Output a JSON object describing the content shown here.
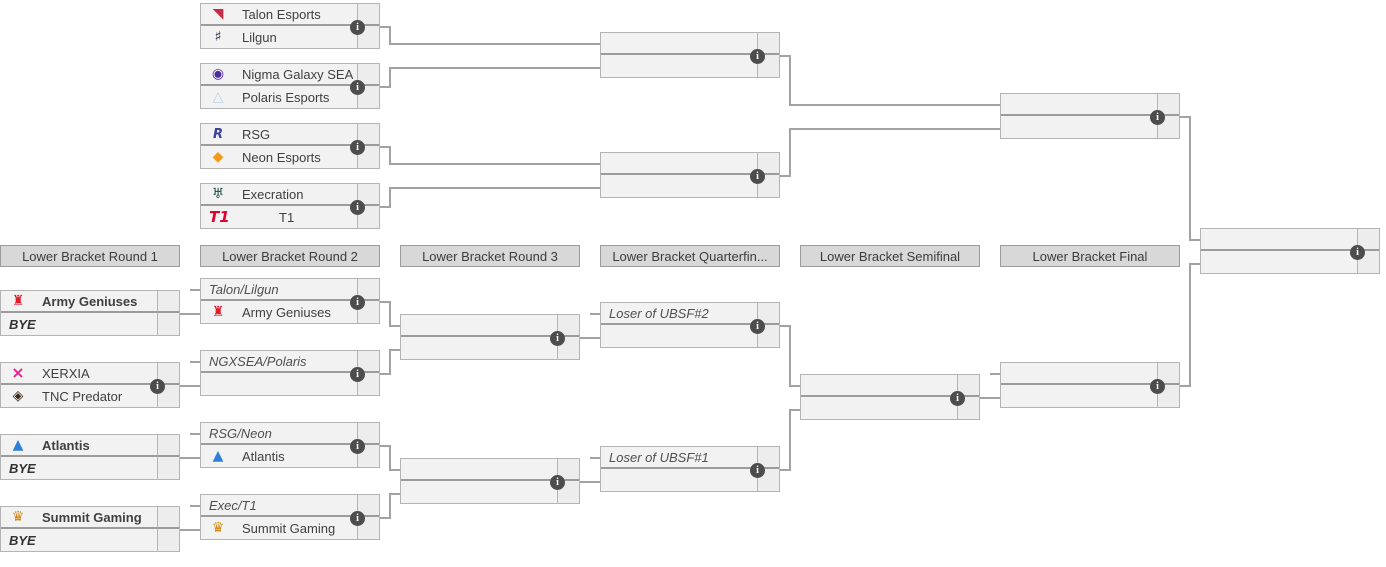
{
  "round_headers": [
    {
      "label": "Lower Bracket Round 1"
    },
    {
      "label": "Lower Bracket Round 2"
    },
    {
      "label": "Lower Bracket Round 3"
    },
    {
      "label": "Lower Bracket Quarterfin..."
    },
    {
      "label": "Lower Bracket Semifinal"
    },
    {
      "label": "Lower Bracket Final"
    }
  ],
  "matches": {
    "ub_m1": {
      "top_name": "Talon Esports",
      "bottom_name": "Lilgun"
    },
    "ub_m2": {
      "top_name": "Nigma Galaxy SEA",
      "bottom_name": "Polaris Esports"
    },
    "ub_m3": {
      "top_name": "RSG",
      "bottom_name": "Neon Esports"
    },
    "ub_m4": {
      "top_name": "Execration",
      "bottom_name": "T1"
    },
    "lb_r1_m1": {
      "top_name": "Army Geniuses",
      "bottom_name": "BYE"
    },
    "lb_r1_m2": {
      "top_name": "XERXIA",
      "bottom_name": "TNC Predator"
    },
    "lb_r1_m3": {
      "top_name": "Atlantis",
      "bottom_name": "BYE"
    },
    "lb_r1_m4": {
      "top_name": "Summit Gaming",
      "bottom_name": "BYE"
    },
    "lb_r2_m1": {
      "top_name": "Talon/Lilgun",
      "bottom_name": "Army Geniuses"
    },
    "lb_r2_m2": {
      "top_name": "NGXSEA/Polaris"
    },
    "lb_r2_m3": {
      "top_name": "RSG/Neon",
      "bottom_name": "Atlantis"
    },
    "lb_r2_m4": {
      "top_name": "Exec/T1",
      "bottom_name": "Summit Gaming"
    },
    "lb_qf1": {
      "top_name": "Loser of UBSF#2"
    },
    "lb_qf2": {
      "top_name": "Loser of UBSF#1"
    }
  },
  "icons": {
    "talon": {
      "name": "talon-esports-logo-icon",
      "glyph": "◥",
      "color": "#c62b45"
    },
    "lilgun": {
      "name": "lilgun-logo-icon",
      "glyph": "♯",
      "color": "#23233a"
    },
    "nigma": {
      "name": "nigma-galaxy-sea-logo-icon",
      "glyph": "◉",
      "color": "#4f2d9e"
    },
    "polaris": {
      "name": "polaris-esports-logo-icon",
      "glyph": "△",
      "color": "#b8d4ea"
    },
    "rsg": {
      "name": "rsg-logo-icon",
      "glyph": "R",
      "color": "#3a3f9e"
    },
    "neon": {
      "name": "neon-esports-logo-icon",
      "glyph": "◆",
      "color": "#f59a18"
    },
    "execration": {
      "name": "execration-logo-icon",
      "glyph": "♅",
      "color": "#1d4a4a"
    },
    "t1": {
      "name": "t1-logo-icon",
      "glyph": "T1",
      "color": "#e2012d"
    },
    "army": {
      "name": "army-geniuses-logo-icon",
      "glyph": "♜",
      "color": "#e51c2c"
    },
    "xerxia": {
      "name": "xerxia-logo-icon",
      "glyph": "×",
      "color": "#ea1f8e"
    },
    "tnc": {
      "name": "tnc-predator-logo-icon",
      "glyph": "◈",
      "color": "#3c2a1a"
    },
    "atlantis": {
      "name": "atlantis-logo-icon",
      "glyph": "▲",
      "color": "#2e80d8"
    },
    "summit": {
      "name": "summit-gaming-logo-icon",
      "glyph": "♛",
      "color": "#cf8a12"
    }
  },
  "ui": {
    "info_icon_glyph": "i",
    "colors": {
      "row_bg": "#f2f2f2",
      "score_bg": "#ededed",
      "box_border": "#b4b4b4",
      "row_divider": "#9c9c9c",
      "connector": "#a2a2a2",
      "header_bg": "#d8d8d8",
      "header_border": "#9b9b9b",
      "team_text": "#404040",
      "hint_text": "#4f4f4f",
      "info_bg": "#4d4d4d"
    }
  }
}
